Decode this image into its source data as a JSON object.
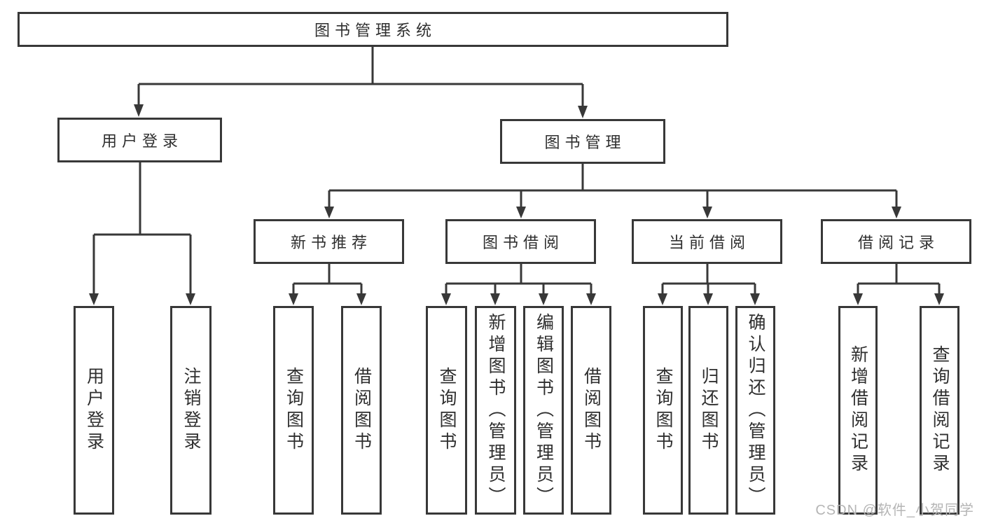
{
  "diagram": {
    "type": "hierarchy-functional-structure",
    "tree": {
      "root": {
        "label": "图书管理系统",
        "children": [
          {
            "label": "用户登录",
            "children": [
              {
                "label": "用户登录"
              },
              {
                "label": "注销登录"
              }
            ]
          },
          {
            "label": "图书管理",
            "children": [
              {
                "label": "新书推荐",
                "children": [
                  {
                    "label": "查询图书"
                  },
                  {
                    "label": "借阅图书"
                  }
                ]
              },
              {
                "label": "图书借阅",
                "children": [
                  {
                    "label": "查询图书"
                  },
                  {
                    "label": "新增图书（管理员）"
                  },
                  {
                    "label": "编辑图书（管理员）"
                  },
                  {
                    "label": "借阅图书"
                  }
                ]
              },
              {
                "label": "当前借阅",
                "children": [
                  {
                    "label": "查询图书"
                  },
                  {
                    "label": "归还图书"
                  },
                  {
                    "label": "确认归还（管理员）"
                  }
                ]
              },
              {
                "label": "借阅记录",
                "children": [
                  {
                    "label": "新增借阅记录"
                  },
                  {
                    "label": "查询借阅记录"
                  }
                ]
              }
            ]
          }
        ]
      }
    },
    "colors": {
      "line": "#383838",
      "text": "#2f2f2f",
      "box_background": "#ffffff",
      "watermark": "#b5b5b5",
      "background": "#ffffff"
    }
  },
  "watermark": {
    "text": "CSDN @软件_小贺同学"
  }
}
